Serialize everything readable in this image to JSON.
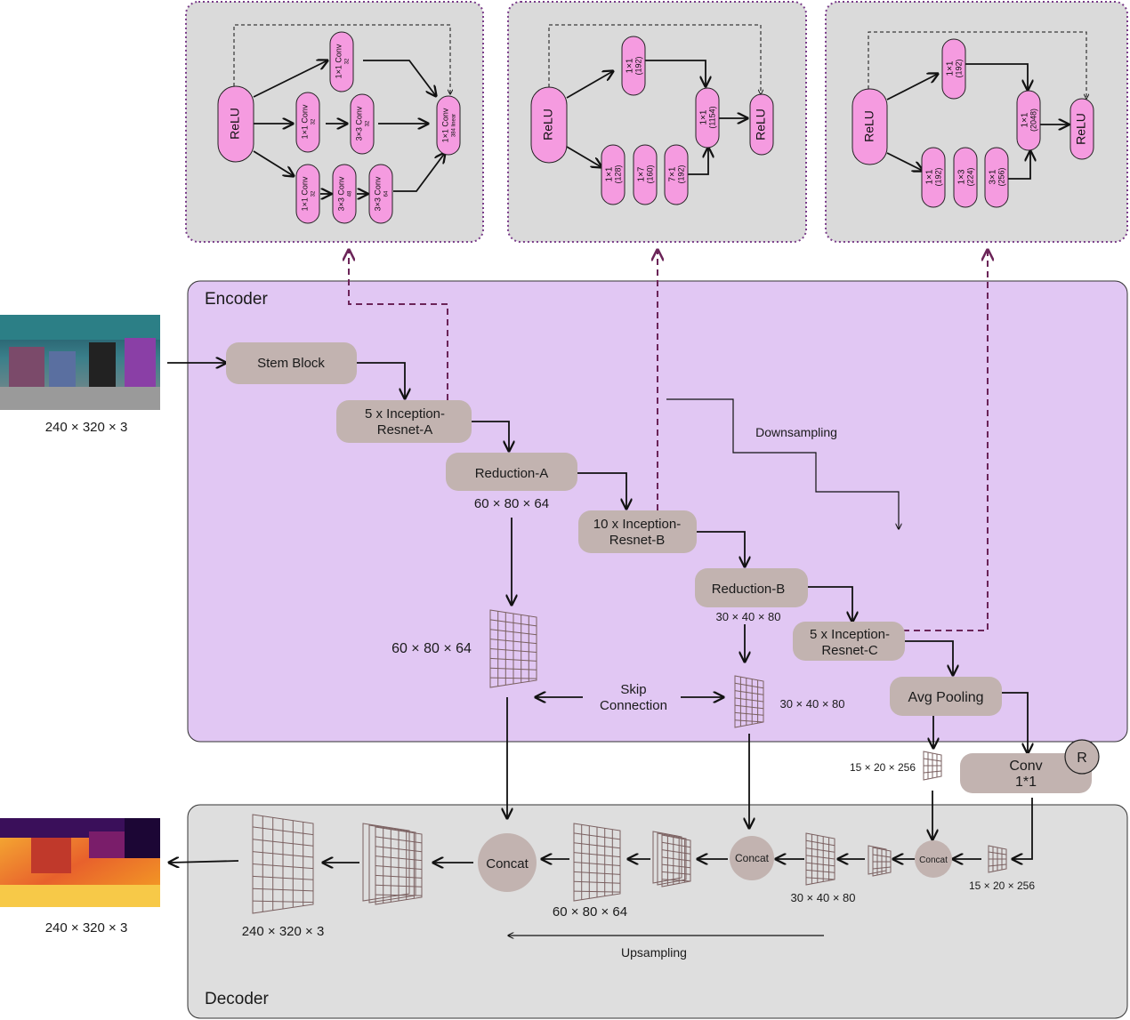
{
  "input": {
    "dims": "240 × 320 × 3"
  },
  "output": {
    "dims": "240 × 320 × 3"
  },
  "encoder": {
    "title": "Encoder",
    "stem": "Stem Block",
    "inc_a": [
      "5 x Inception-",
      "Resnet-A"
    ],
    "red_a": "Reduction-A",
    "red_a_dims": "60 × 80 × 64",
    "inc_b": [
      "10 x Inception-",
      "Resnet-B"
    ],
    "red_b": "Reduction-B",
    "red_b_dims": "30 × 40 × 80",
    "inc_c": [
      "5 x Inception-",
      "Resnet-C"
    ],
    "avg_pool": "Avg Pooling",
    "downsampling": "Downsampling",
    "fm_large_dims": "60 × 80 × 64",
    "fm_small_dims": "30 × 40 × 80",
    "skip": [
      "Skip",
      "Connection"
    ]
  },
  "bridge": {
    "conv": [
      "Conv",
      "1*1"
    ],
    "r_badge": "R",
    "fm_left_dims": "15 × 20 × 256",
    "fm_right_dims": "15 × 20 × 256"
  },
  "decoder": {
    "title": "Decoder",
    "concat_big": "Concat",
    "concat_mid": "Concat",
    "concat_small": "Concat",
    "dims_out": "240 × 320 × 3",
    "dims_60": "60 × 80 × 64",
    "dims_30": "30 × 40 × 80",
    "dims_15": "15 × 20 × 256",
    "upsampling": "Upsampling"
  },
  "block_a": {
    "relu": "ReLU",
    "b1": "1×1 Conv",
    "b1s": "32",
    "b2a": "1×1 Conv",
    "b2as": "32",
    "b2b": "3×3 Conv",
    "b2bs": "32",
    "b3a": "1×1 Conv",
    "b3as": "32",
    "b3b": "3×3 Conv",
    "b3bs": "48",
    "b3c": "3×3 Conv",
    "b3cs": "64",
    "out": "1×1 Conv",
    "outs": "384 linear"
  },
  "block_b": {
    "relu": "ReLU",
    "b1": "1×1",
    "b1s": "(192)",
    "c1": "1×1",
    "c1s": "(128)",
    "c2": "1×7",
    "c2s": "(160)",
    "c3": "7×1",
    "c3s": "(192)",
    "out": "1×1",
    "outs": "(1154)",
    "relu_out": "ReLU"
  },
  "block_c": {
    "relu": "ReLU",
    "b1": "1×1",
    "b1s": "(192)",
    "c1": "1×1",
    "c1s": "(192)",
    "c2": "1×3",
    "c2s": "(224)",
    "c3": "3×1",
    "c3s": "(256)",
    "out": "1×1",
    "outs": "(2048)",
    "relu_out": "ReLU"
  },
  "colors": {
    "encoder_bg": "#e1c7f3",
    "decoder_bg": "#dedede",
    "panel_bg": "#dadada",
    "panel_border": "#7a3d8a",
    "op_box": "#c2b3b0",
    "pill": "#f59be0",
    "dashed_arrow": "#6b2458"
  }
}
